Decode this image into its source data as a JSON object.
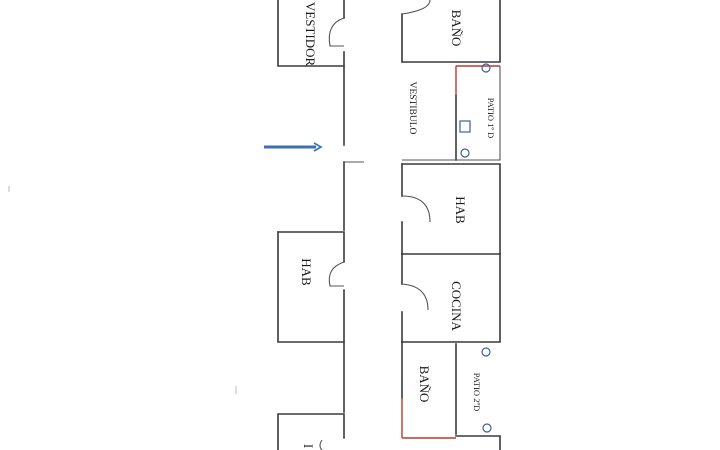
{
  "labels": {
    "vestidor": "VESTIDOR",
    "bano_top": "BAÑO",
    "vestibulo": "VESTIBULO",
    "patio_1d": "PATIO 1º D",
    "hab_right": "HAB",
    "hab_left": "HAB",
    "cocina": "COCINA",
    "bano_bottom": "BAÑO",
    "patio_2d": "PATIO 2ºD",
    "partial_bottom": "I"
  },
  "colors": {
    "wall": "#3a3a3a",
    "arrow": "#3b6fb6",
    "marker": "#3b5fa6",
    "red_line": "#c0392b"
  },
  "icons": {
    "entry_arrow": "arrow-right-icon",
    "drain": "circle-marker-icon",
    "fixture": "square-marker-icon"
  }
}
